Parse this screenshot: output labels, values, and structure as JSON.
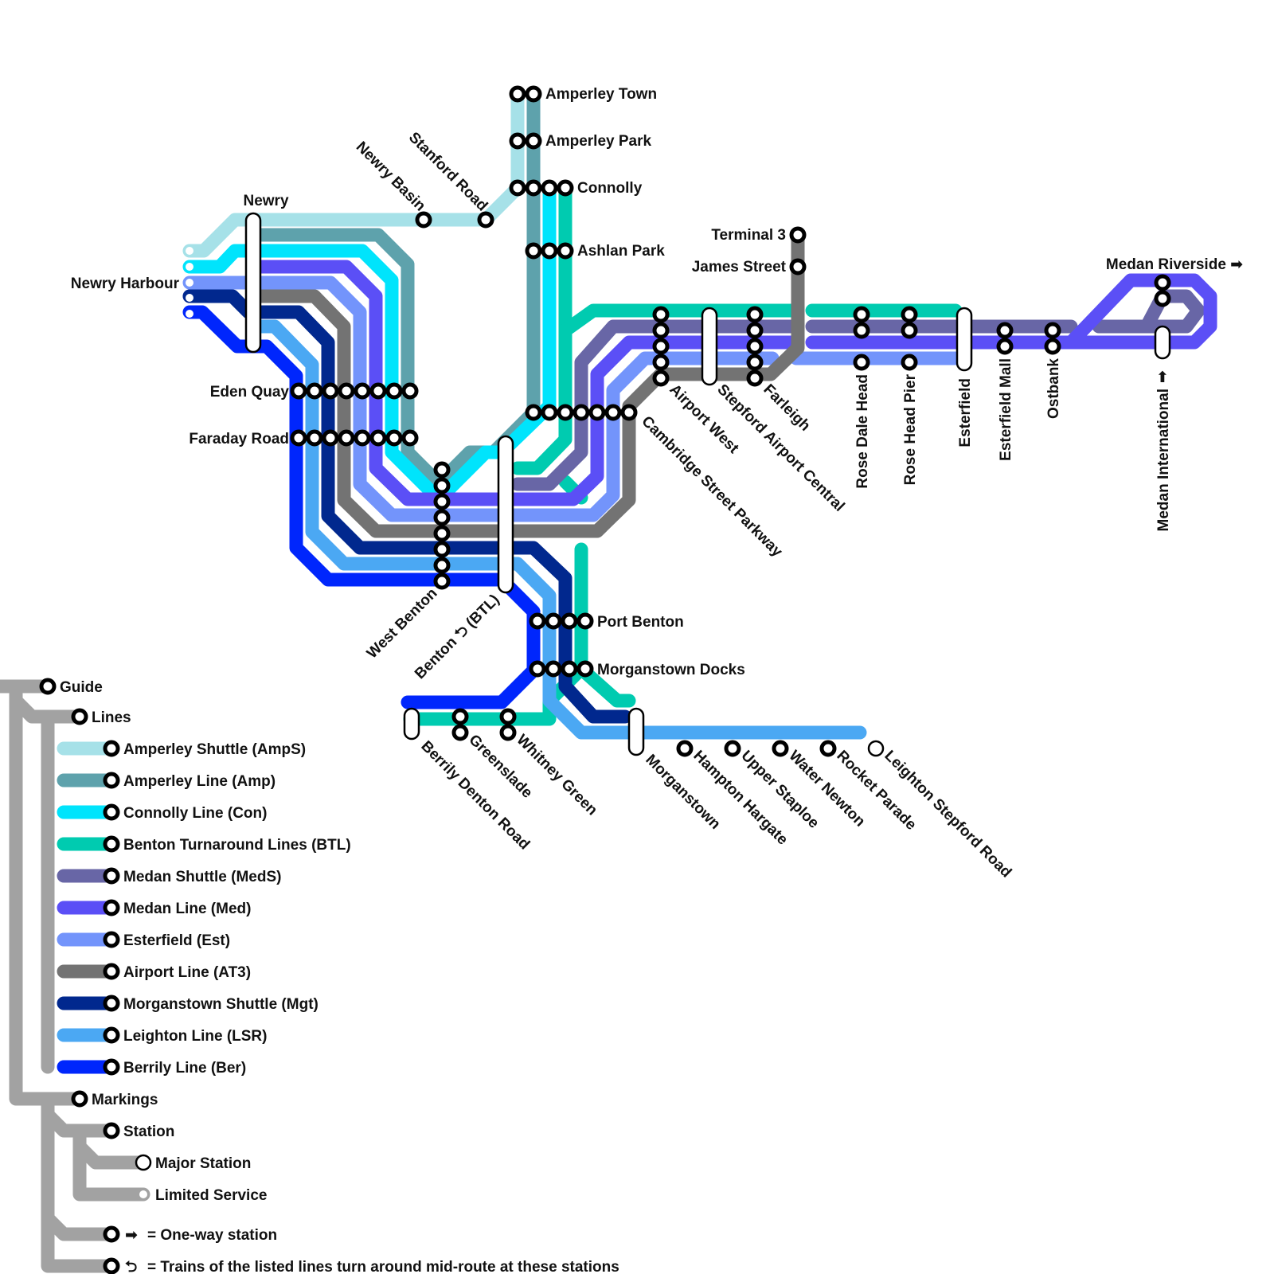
{
  "colors": {
    "amps": "#a6e1e8",
    "amp": "#5ea2ac",
    "con": "#00e4fc",
    "btl": "#00cbb0",
    "meds": "#6866a6",
    "med": "#5b4ff6",
    "est": "#7394fb",
    "at3": "#737373",
    "mgt": "#01288e",
    "lsr": "#4ba8f3",
    "ber": "#0026fc",
    "guide": "#a2a2a2"
  },
  "stations": {
    "amperley_town": "Amperley Town",
    "amperley_park": "Amperley Park",
    "connolly": "Connolly",
    "ashlan_park": "Ashlan Park",
    "stanford_road": "Stanford Road",
    "newry_basin": "Newry Basin",
    "newry": "Newry",
    "newry_harbour": "Newry Harbour",
    "eden_quay": "Eden Quay",
    "faraday_road": "Faraday Road",
    "west_benton": "West Benton",
    "benton_prefix": "Benton",
    "benton_suffix": "(BTL)",
    "terminal_3": "Terminal 3",
    "james_street": "James Street",
    "medan_riverside": "Medan Riverside",
    "airport_west": "Airport West",
    "stepford_airport_central": "Stepford Airport Central",
    "farleigh": "Farleigh",
    "cambridge_street_parkway": "Cambridge Street Parkway",
    "rose_dale_head": "Rose Dale Head",
    "rose_head_pier": "Rose Head Pier",
    "esterfield": "Esterfield",
    "esterfield_mall": "Esterfield Mall",
    "ostbank": "Ostbank",
    "medan_international": "Medan International",
    "port_benton": "Port Benton",
    "morganstown_docks": "Morganstown Docks",
    "berrily_denton_road": "Berrily Denton Road",
    "greenslade": "Greenslade",
    "whitney_green": "Whitney Green",
    "morganstown": "Morganstown",
    "hampton_hargate": "Hampton Hargate",
    "upper_staploe": "Upper Staploe",
    "water_newton": "Water Newton",
    "rocket_parade": "Rocket Parade",
    "leighton_stepford_road": "Leighton Stepford Road"
  },
  "guide": {
    "title": "Guide",
    "lines_heading": "Lines",
    "lines": [
      {
        "key": "amps",
        "label": "Amperley Shuttle (AmpS)"
      },
      {
        "key": "amp",
        "label": "Amperley Line (Amp)"
      },
      {
        "key": "con",
        "label": "Connolly Line (Con)"
      },
      {
        "key": "btl",
        "label": "Benton Turnaround Lines (BTL)"
      },
      {
        "key": "meds",
        "label": "Medan Shuttle (MedS)"
      },
      {
        "key": "med",
        "label": "Medan Line (Med)"
      },
      {
        "key": "est",
        "label": "Esterfield (Est)"
      },
      {
        "key": "at3",
        "label": "Airport Line (AT3)"
      },
      {
        "key": "mgt",
        "label": "Morganstown Shuttle (Mgt)"
      },
      {
        "key": "lsr",
        "label": "Leighton Line (LSR)"
      },
      {
        "key": "ber",
        "label": "Berrily Line (Ber)"
      }
    ],
    "markings_heading": "Markings",
    "station": "Station",
    "major_station": "Major Station",
    "limited_service": "Limited Service",
    "one_way": "= One-way station",
    "turnaround": "= Trains of the listed lines turn around mid-route at these stations"
  }
}
